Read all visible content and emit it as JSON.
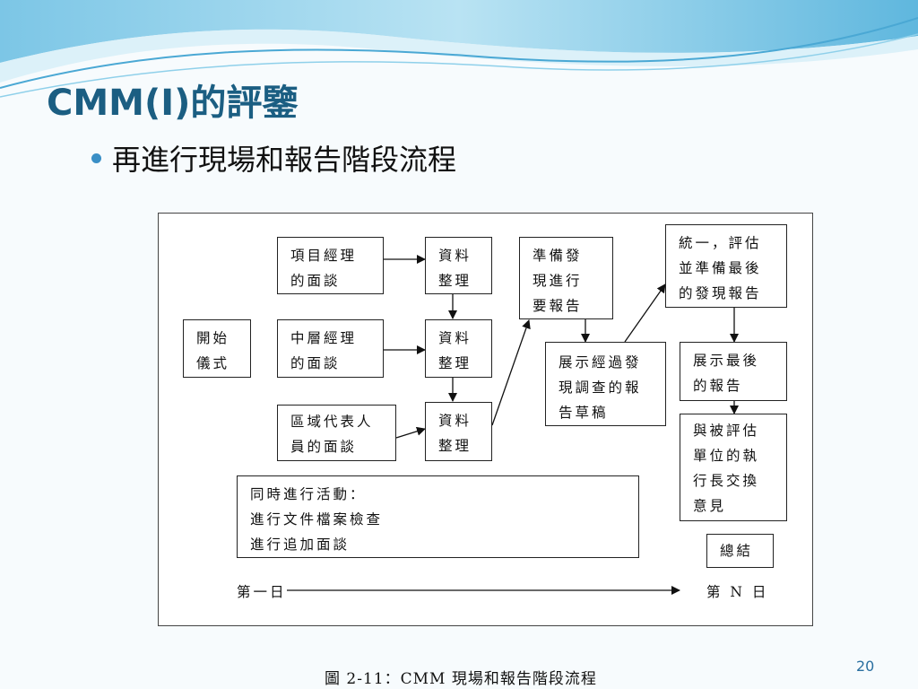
{
  "slide": {
    "title": "CMM(I)的評鑒",
    "bullet": "再進行現場和報告階段流程",
    "page_number": "20"
  },
  "figure": {
    "boxes": {
      "start": [
        "開始",
        "儀式"
      ],
      "pm_interview": [
        "項目經理",
        "的面談"
      ],
      "mid_interview": [
        "中層經理",
        "的面談"
      ],
      "area_interview": [
        "區域代表人",
        "員的面談"
      ],
      "data1": [
        "資料",
        "整理"
      ],
      "data2": [
        "資料",
        "整理"
      ],
      "data3": [
        "資料",
        "整理"
      ],
      "prepare": [
        "準備發",
        "現進行",
        "要報告"
      ],
      "show_draft": [
        "展示經過發",
        "現調查的報",
        "告草稿"
      ],
      "unify": [
        "統一，評估",
        "並準備最後",
        "的發現報告"
      ],
      "show_final": [
        "展示最後",
        "的報告"
      ],
      "exchange": [
        "與被評估",
        "單位的執",
        "行長交換",
        "意見"
      ],
      "summary": [
        "總結"
      ],
      "concurrent": [
        "同時進行活動：",
        "進行文件檔案檢查",
        "進行追加面談"
      ]
    },
    "timeline_start": "第一日",
    "timeline_end": "第 N 日",
    "caption": "圖 2-11：CMM 現場和報告階段流程"
  }
}
